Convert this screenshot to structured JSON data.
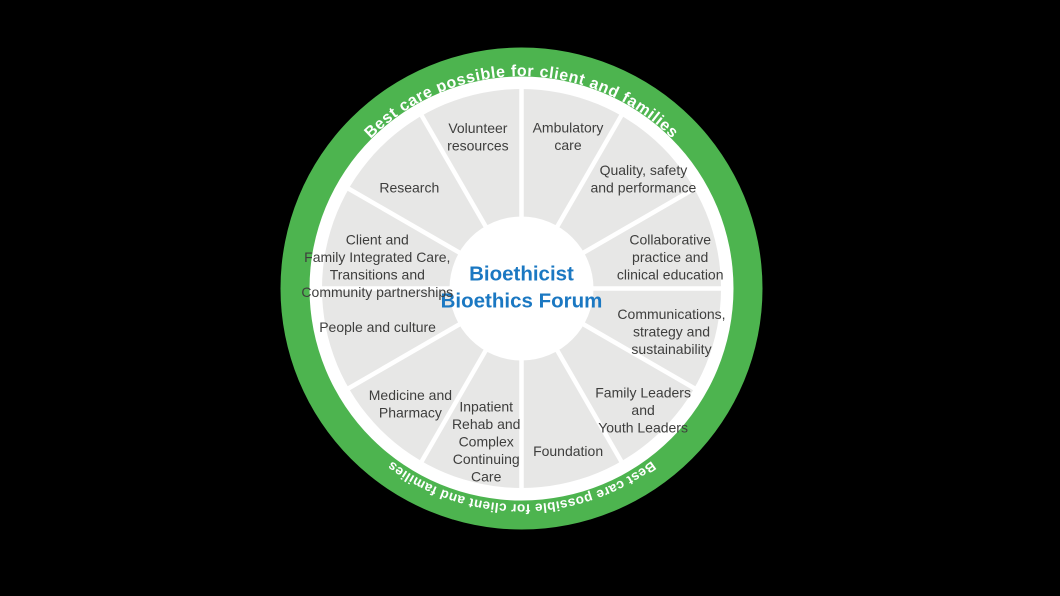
{
  "background_color": "#000000",
  "diagram": {
    "type": "segmented-wheel",
    "outer_ring": {
      "color": "#4db44f",
      "text_color": "#ffffff",
      "text_top": "Best care possible for client and families",
      "text_bottom": "Best care possible for client and families"
    },
    "center": {
      "fill": "#ffffff",
      "text_color": "#1b78c2",
      "line1": "Bioethicist",
      "line2": "Bioethics Forum"
    },
    "segments": {
      "fill": "#e7e7e6",
      "divider_color": "#ffffff",
      "gap_ring_color": "#ffffff",
      "label_color": "#3e3e3d",
      "items": [
        {
          "label": "Ambulatory care",
          "lines": [
            "Ambulatory",
            "care"
          ],
          "angle_deg": 17,
          "label_radius": 159
        },
        {
          "label": "Quality, safety and performance",
          "lines": [
            "Quality, safety",
            "and performance"
          ],
          "angle_deg": 48,
          "label_radius": 164
        },
        {
          "label": "Collaborative practice and clinical education",
          "lines": [
            "Collaborative",
            "practice and",
            "clinical education"
          ],
          "angle_deg": 78,
          "label_radius": 152
        },
        {
          "label": "Communications, strategy and sustainability",
          "lines": [
            "Communications,",
            "strategy and",
            "sustainability"
          ],
          "angle_deg": 106,
          "label_radius": 156
        },
        {
          "label": "Family Leaders and Youth Leaders",
          "lines": [
            "Family Leaders",
            "and",
            "Youth Leaders"
          ],
          "angle_deg": 135,
          "label_radius": 172
        },
        {
          "label": "Foundation",
          "lines": [
            "Foundation"
          ],
          "angle_deg": 164,
          "label_radius": 169
        },
        {
          "label": "Inpatient Rehab and Complex Continuing Care",
          "lines": [
            "Inpatient",
            "Rehab and",
            "Complex",
            "Continuing",
            "Care"
          ],
          "angle_deg": 193,
          "label_radius": 157
        },
        {
          "label": "Medicine and Pharmacy",
          "lines": [
            "Medicine and",
            "Pharmacy"
          ],
          "angle_deg": 224,
          "label_radius": 160
        },
        {
          "label": "People and culture",
          "lines": [
            "People and culture"
          ],
          "angle_deg": 255,
          "label_radius": 149
        },
        {
          "label": "Client and Family Integrated Care, Transitions and Community partnerships",
          "lines": [
            "Client and",
            "Family Integrated Care,",
            "Transitions and",
            "Community partnerships"
          ],
          "angle_deg": 279,
          "label_radius": 146
        },
        {
          "label": "Research",
          "lines": [
            "Research"
          ],
          "angle_deg": 312,
          "label_radius": 151
        },
        {
          "label": "Volunteer resources",
          "lines": [
            "Volunteer",
            "resources"
          ],
          "angle_deg": 344,
          "label_radius": 158
        }
      ]
    }
  }
}
